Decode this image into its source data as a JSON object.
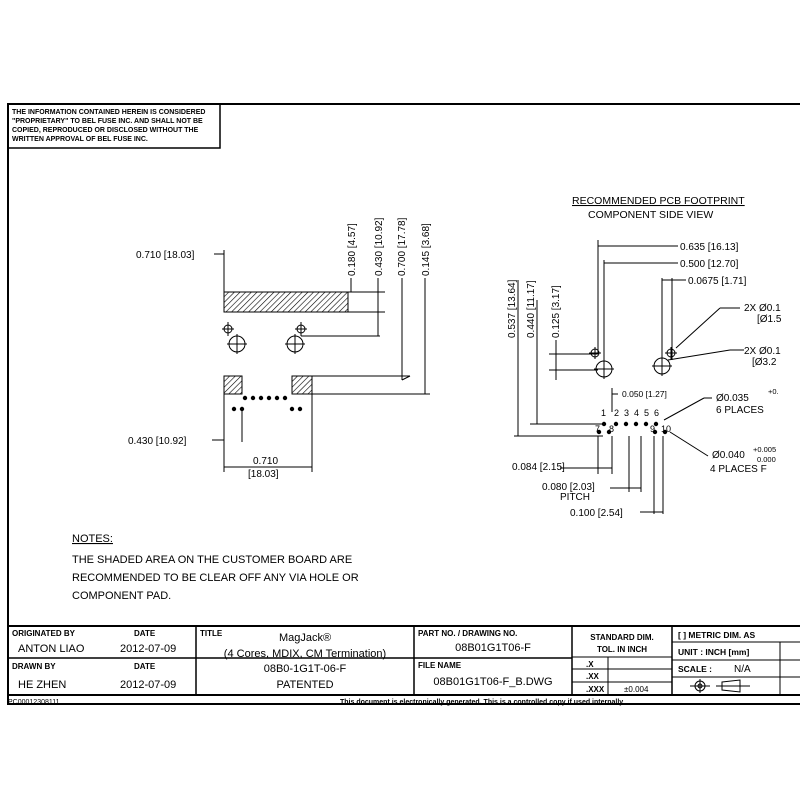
{
  "disclaimer": {
    "line1": "THE INFORMATION CONTAINED HEREIN IS CONSIDERED",
    "line2": "\"PROPRIETARY\" TO BEL FUSE INC. AND SHALL NOT BE",
    "line3": "COPIED, REPRODUCED OR DISCLOSED WITHOUT THE",
    "line4": "WRITTEN APPROVAL OF BEL FUSE INC."
  },
  "left_view": {
    "dim_width_top": "0.710 [18.03]",
    "dim_180": "0.180 [4.57]",
    "dim_430v": "0.430 [10.92]",
    "dim_700": "0.700 [17.78]",
    "dim_145": "0.145 [3.68]",
    "dim_430h": "0.430 [10.92]",
    "dim_width_bottom_1": "0.710",
    "dim_width_bottom_2": "[18.03]"
  },
  "footprint": {
    "title": "RECOMMENDED PCB FOOTPRINT",
    "subtitle": "COMPONENT SIDE VIEW",
    "dim_635": "0.635 [16.13]",
    "dim_500": "0.500 [12.70]",
    "dim_0675": "0.0675 [1.71]",
    "dim_537": "0.537 [13.64]",
    "dim_440": "0.440 [11.17]",
    "dim_125": "0.125 [3.17]",
    "dim_050": "0.050 [1.27]",
    "dim_084": "0.084 [2.15]",
    "dim_080": "0.080 [2.03]",
    "pitch": "PITCH",
    "dim_100": "0.100 [2.54]",
    "callout_2x_a": "2X Ø0.1",
    "callout_2x_a2": "[Ø1.5",
    "callout_2x_b": "2X Ø0.1",
    "callout_2x_b2": "[Ø3.2",
    "callout_035": "Ø0.035",
    "callout_035_tol": "+0.",
    "callout_6places": "6 PLACES",
    "callout_040": "Ø0.040",
    "callout_040_tol1": "+0.005",
    "callout_040_tol2": "0.000",
    "callout_4places": "4 PLACES F",
    "pins_top": [
      "1",
      "2",
      "3",
      "4",
      "5",
      "6"
    ],
    "pins_bottom": [
      "7",
      "8",
      "9",
      "10"
    ]
  },
  "notes": {
    "heading": "NOTES:",
    "line1": "THE SHADED AREA ON THE CUSTOMER BOARD ARE",
    "line2": "RECOMMENDED TO BE CLEAR OFF ANY VIA HOLE OR",
    "line3": "COMPONENT PAD."
  },
  "title_block": {
    "originated_by_label": "ORIGINATED BY",
    "date_label_1": "DATE",
    "originated_by": "ANTON LIAO",
    "originated_date": "2012-07-09",
    "drawn_by_label": "DRAWN BY",
    "date_label_2": "DATE",
    "drawn_by": "HE ZHEN",
    "drawn_date": "2012-07-09",
    "title_label": "TITLE",
    "title_1": "MagJack®",
    "title_2": "(4 Cores, MDIX, CM Termination)",
    "title_3": "08B0-1G1T-06-F",
    "title_4": "PATENTED",
    "part_no_label": "PART NO. / DRAWING NO.",
    "part_no": "08B01G1T06-F",
    "file_name_label": "FILE NAME",
    "file_name": "08B01G1T06-F_B.DWG",
    "std_dim_1": "STANDARD DIM.",
    "std_dim_2": "TOL. IN INCH",
    "tol_x": ".X",
    "tol_xx": ".XX",
    "tol_xxx": ".XXX",
    "tol_xxx_val": "±0.004",
    "metric_label": "[ ] METRIC DIM. AS",
    "unit_label": "UNIT : INCH [mm]",
    "scale_label": "SCALE :",
    "scale_value": "N/A",
    "doc_number": "PC00012308111",
    "footer_note": "This document is electronically generated. This is a controlled copy if used internally"
  }
}
